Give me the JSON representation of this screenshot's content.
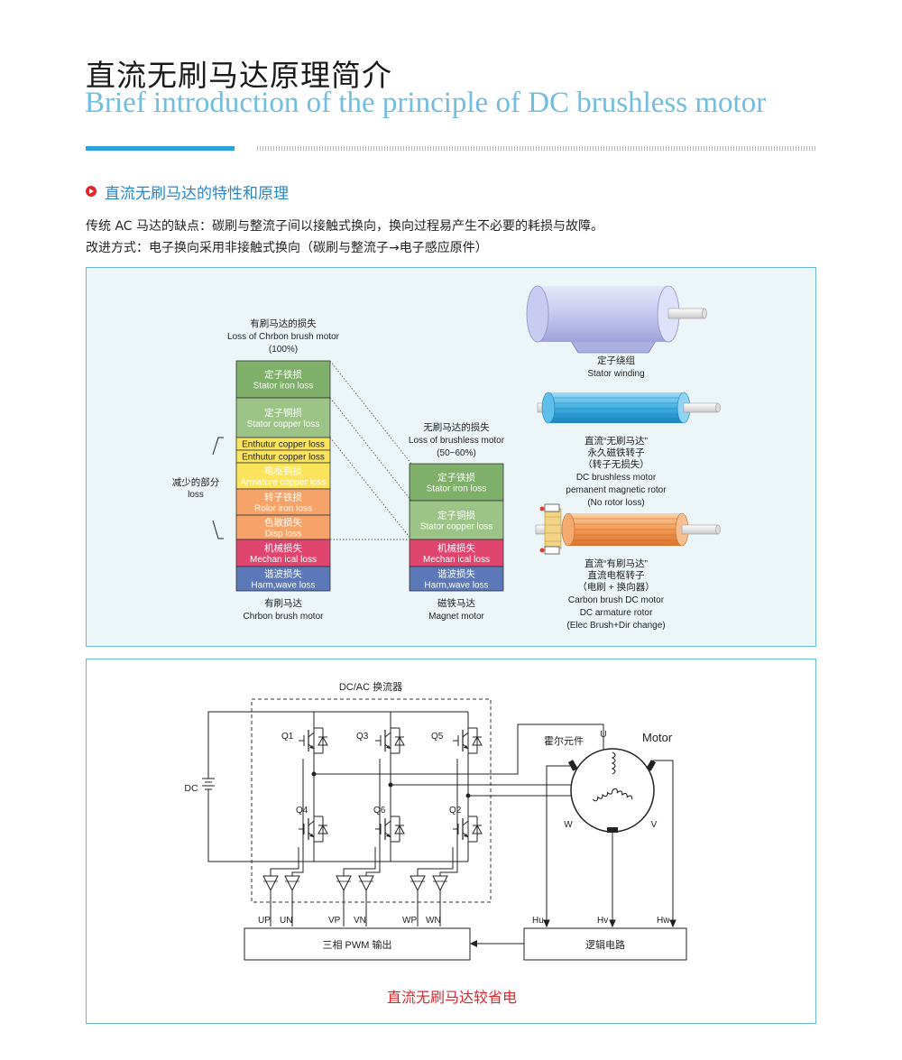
{
  "header": {
    "title_cn": "直流无刷马达原理简介",
    "title_en": "Brief introduction of the principle of DC brushless motor"
  },
  "section": {
    "heading": "直流无刷马达的特性和原理",
    "para_1": "传统 AC 马达的缺点：碳刷与整流子间以接触式换向，换向过程易产生不必要的耗损与故障。",
    "para_2": "改进方式：电子换向采用非接触式换向（碳刷与整流子→电子感应原件）"
  },
  "loss_diagram": {
    "brush_header": [
      "有刷马达的损失",
      "Loss of Chrbon brush motor",
      "(100%)"
    ],
    "brush_blocks": [
      {
        "cn": "定子铁损",
        "en": "Stator iron loss",
        "color": "#7fb069"
      },
      {
        "cn": "定子铜损",
        "en": "Stator copper loss",
        "color": "#9cc487"
      },
      {
        "cn": "",
        "en": "Enthutur copper loss",
        "color": "#fbe45b"
      },
      {
        "cn": "",
        "en": "Enthutur copper loss",
        "color": "#fbe45b"
      },
      {
        "cn": "电枢铜损",
        "en": "Armature copper loss",
        "color": "#fbe45b"
      },
      {
        "cn": "转子铁损",
        "en": "Rolor iron loss",
        "color": "#f5a368"
      },
      {
        "cn": "色散损失",
        "en": "Disp loss",
        "color": "#f5a368"
      },
      {
        "cn": "机械损失",
        "en": "Mechan ical loss",
        "color": "#e0456f"
      },
      {
        "cn": "谐波损失",
        "en": "Harm,wave loss",
        "color": "#5b78b8"
      }
    ],
    "brushless_header": [
      "无刷马达的损失",
      "Loss of brushless motor",
      "(50~60%)"
    ],
    "brushless_blocks": [
      {
        "cn": "定子铁损",
        "en": "Stator iron loss",
        "color": "#7fb069"
      },
      {
        "cn": "定子铜损",
        "en": "Stator copper loss",
        "color": "#9cc487"
      },
      {
        "cn": "机械损失",
        "en": "Mechan ical loss",
        "color": "#e0456f"
      },
      {
        "cn": "谐波损失",
        "en": "Harm,wave loss",
        "color": "#5b78b8"
      }
    ],
    "reduced_label": [
      "减少的部分",
      "loss"
    ],
    "brush_footer": [
      "有刷马达",
      "Chrbon brush motor"
    ],
    "brushless_footer": [
      "磁铁马达",
      "Magnet motor"
    ],
    "stator_label": [
      "定子绕组",
      "Stator winding"
    ],
    "magnet_rotor_label": [
      "直流“无刷马达”",
      "永久磁铁转子",
      "（转子无损失）",
      "DC brushless motor",
      "pemanent magnetic rotor",
      "(No rotor loss)"
    ],
    "brush_rotor_label": [
      "直流“有刷马达”",
      "直流电枢转子",
      "（电刷 + 换向器）",
      "Carbon brush DC motor",
      "DC armature rotor",
      "(Elec Brush+Dir change)"
    ]
  },
  "circuit": {
    "inverter_label": "DC/AC 换流器",
    "dc_label": "DC",
    "transistors": [
      "Q1",
      "Q3",
      "Q5",
      "Q4",
      "Q6",
      "Q2"
    ],
    "motor_label": "Motor",
    "hall_label": "霍尔元件",
    "phases": [
      "U",
      "W",
      "V"
    ],
    "pwm_signals": [
      "UP",
      "UN",
      "VP",
      "VN",
      "WP",
      "WN"
    ],
    "hall_signals": [
      "Hu",
      "Hv",
      "Hw"
    ],
    "pwm_box": "三相 PWM 输出",
    "logic_box": "逻辑电路",
    "caption": "直流无刷马达较省电",
    "caption_color": "#d6282c"
  }
}
